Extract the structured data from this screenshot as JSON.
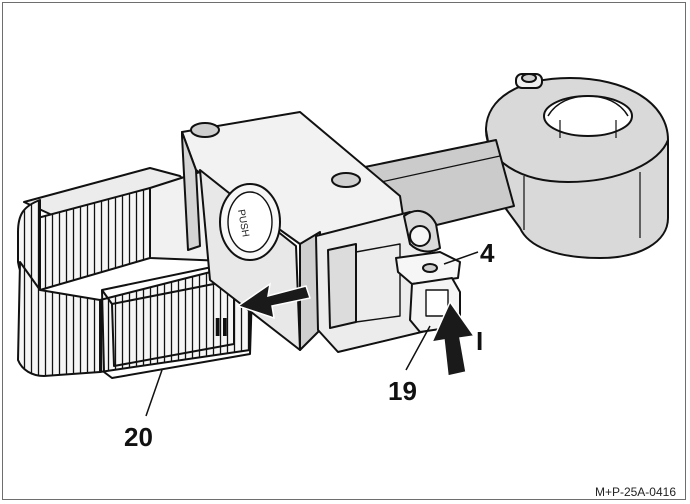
{
  "figure": {
    "reference_code": "M+P-25A-0416",
    "button_text": "PUSH",
    "callouts": {
      "part_4": "4",
      "part_19": "19",
      "part_20": "20",
      "step_1": "I",
      "step_2": "II"
    }
  },
  "colors": {
    "line": "#111111",
    "shade": "#cfcfcf",
    "light": "#f3f3f3",
    "arrow": "#1a1a1a"
  }
}
